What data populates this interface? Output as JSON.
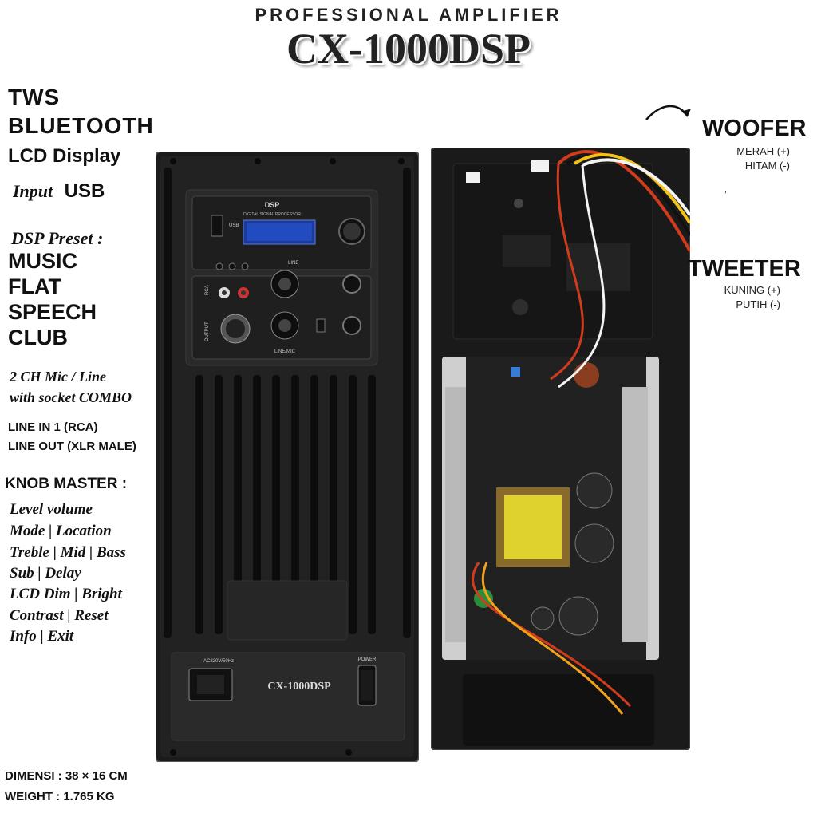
{
  "header": {
    "top_label": "PROFESSIONAL AMPLIFIER",
    "model": "CX-1000DSP"
  },
  "features": {
    "tws": "TWS",
    "bluetooth": "BLUETOOTH",
    "lcd": "LCD Display",
    "input_label": "Input",
    "input_value": "USB",
    "dsp_title": "DSP Preset :",
    "presets": [
      "MUSIC",
      "FLAT",
      "SPEECH",
      "CLUB"
    ],
    "mic_line1": "2 CH Mic / Line",
    "mic_line2": "with socket COMBO",
    "line_in": "LINE IN 1 (RCA)",
    "line_out": "LINE OUT (XLR MALE)",
    "knob_title": "KNOB MASTER :",
    "knob_items": [
      "Level volume",
      "Mode | Location",
      "Treble | Mid | Bass",
      "Sub | Delay",
      "LCD Dim | Bright",
      "Contrast | Reset",
      "Info | Exit"
    ]
  },
  "specs": {
    "dimension": "DIMENSI : 38 × 16 CM",
    "weight": "WEIGHT : 1.765 KG"
  },
  "wiring": {
    "woofer": {
      "title": "WOOFER",
      "pos": "MERAH (+)",
      "neg": "HITAM (-)"
    },
    "tweeter": {
      "title": "TWEETER",
      "pos": "KUNING (+)",
      "neg": "PUTIH (-)"
    }
  },
  "panel": {
    "dsp_label": "DSP",
    "dsp_sub": "DIGITAL SIGNAL PROCESSOR",
    "usb_label": "USB",
    "rca_label": "RCA",
    "output_label": "OUTPUT",
    "line_label": "LINE",
    "linemic_label": "LINE/MIC",
    "ac_label": "AC220V/50Hz",
    "power_label": "POWER",
    "plate_model": "CX-1000DSP"
  }
}
